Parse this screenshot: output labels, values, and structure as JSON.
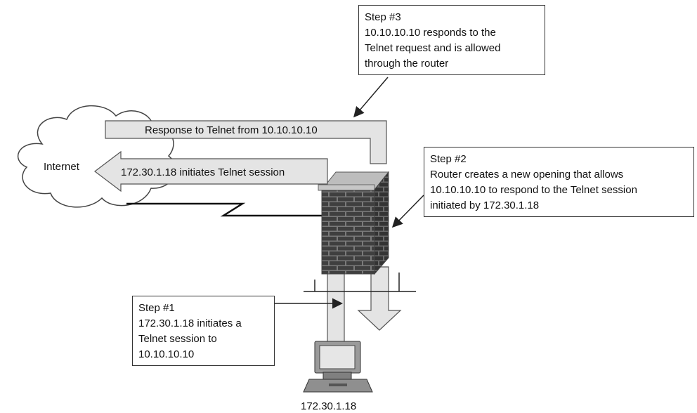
{
  "cloud": {
    "label": "Internet"
  },
  "arrows": {
    "response": "Response to Telnet from 10.10.10.10",
    "initiate": "172.30.1.18 initiates Telnet session"
  },
  "host": {
    "label": "172.30.1.18"
  },
  "steps": {
    "step3": {
      "title": "Step #3",
      "lines": [
        "10.10.10.10 responds to the",
        "Telnet request and is allowed",
        "through the router"
      ]
    },
    "step2": {
      "title": "Step #2",
      "lines": [
        "Router creates a new opening that allows",
        "10.10.10.10 to respond to the Telnet session",
        "initiated by 172.30.1.18"
      ]
    },
    "step1": {
      "title": "Step #1",
      "lines": [
        "172.30.1.18 initiates a",
        "Telnet session to",
        "10.10.10.10"
      ]
    }
  }
}
